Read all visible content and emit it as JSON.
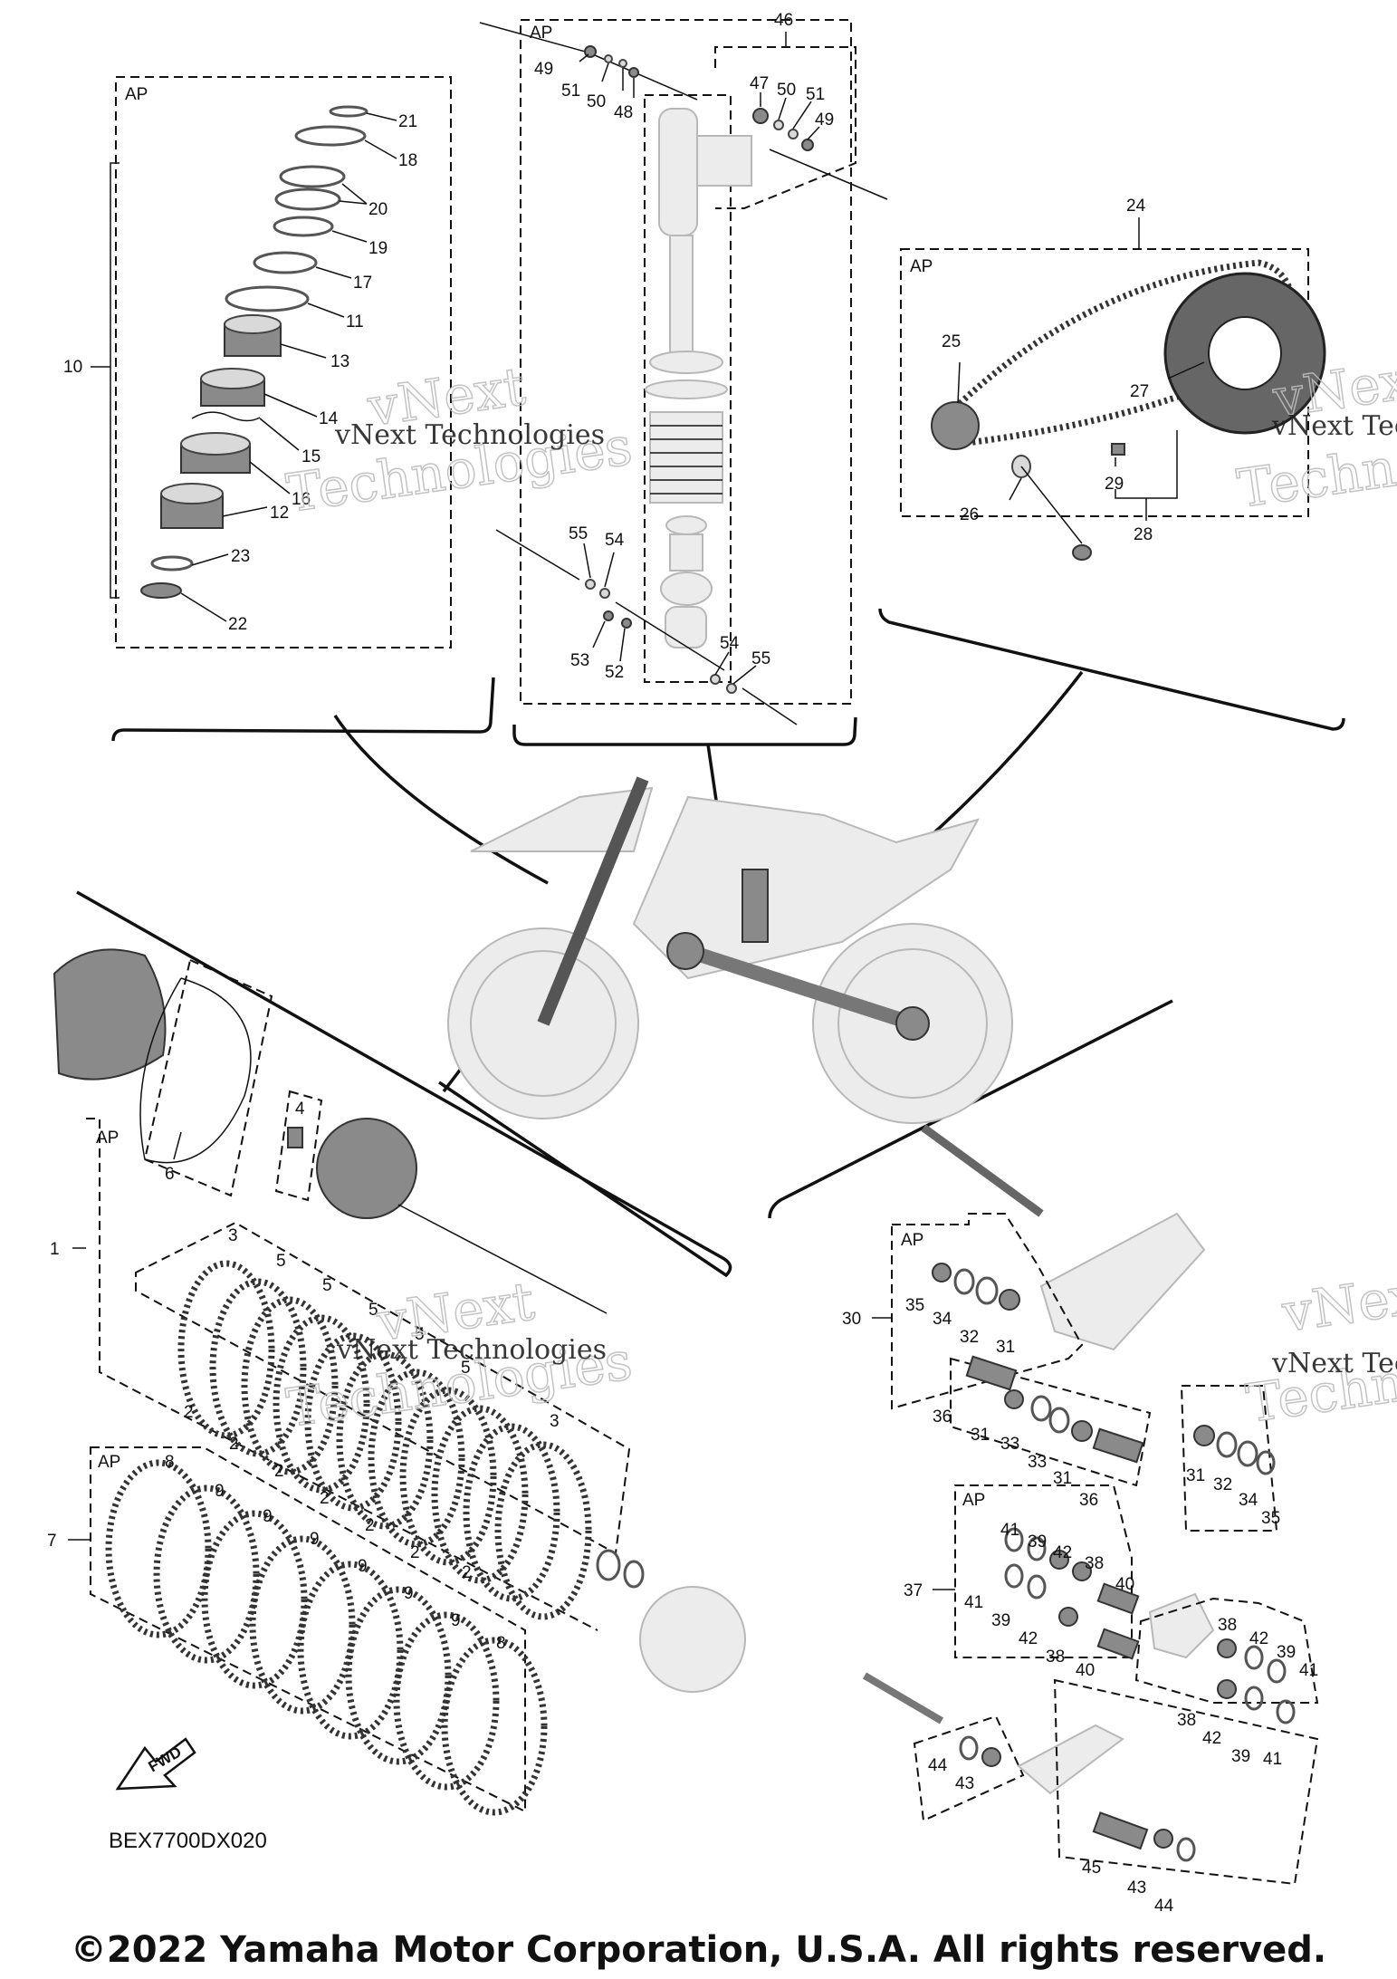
{
  "ap_label": "AP",
  "callouts": {
    "c1": "1",
    "c2": "2",
    "c3": "3",
    "c4": "4",
    "c5": "5",
    "c6": "6",
    "c7": "7",
    "c8": "8",
    "c9": "9",
    "c10": "10",
    "c11": "11",
    "c12": "12",
    "c13": "13",
    "c14": "14",
    "c15": "15",
    "c16": "16",
    "c17": "17",
    "c18": "18",
    "c19": "19",
    "c20": "20",
    "c21": "21",
    "c22": "22",
    "c23": "23",
    "c24": "24",
    "c25": "25",
    "c26": "26",
    "c27": "27",
    "c28": "28",
    "c29": "29",
    "c30": "30",
    "c31": "31",
    "c32": "32",
    "c33": "33",
    "c34": "34",
    "c35": "35",
    "c36": "36",
    "c37": "37",
    "c38": "38",
    "c39": "39",
    "c40": "40",
    "c41": "41",
    "c42": "42",
    "c43": "43",
    "c44": "44",
    "c45": "45",
    "c46": "46",
    "c47": "47",
    "c48": "48",
    "c49": "49",
    "c50": "50",
    "c51": "51",
    "c52": "52",
    "c53": "53",
    "c54": "54",
    "c55": "55"
  },
  "watermark": {
    "line1": "vNext Technologies",
    "outline1": "vNext",
    "outline2": "Technologies"
  },
  "fwd_label": "FWD",
  "diagram_code": "BEX7700DX020",
  "copyright": "©2022 Yamaha Motor Corporation, U.S.A. All rights reserved."
}
